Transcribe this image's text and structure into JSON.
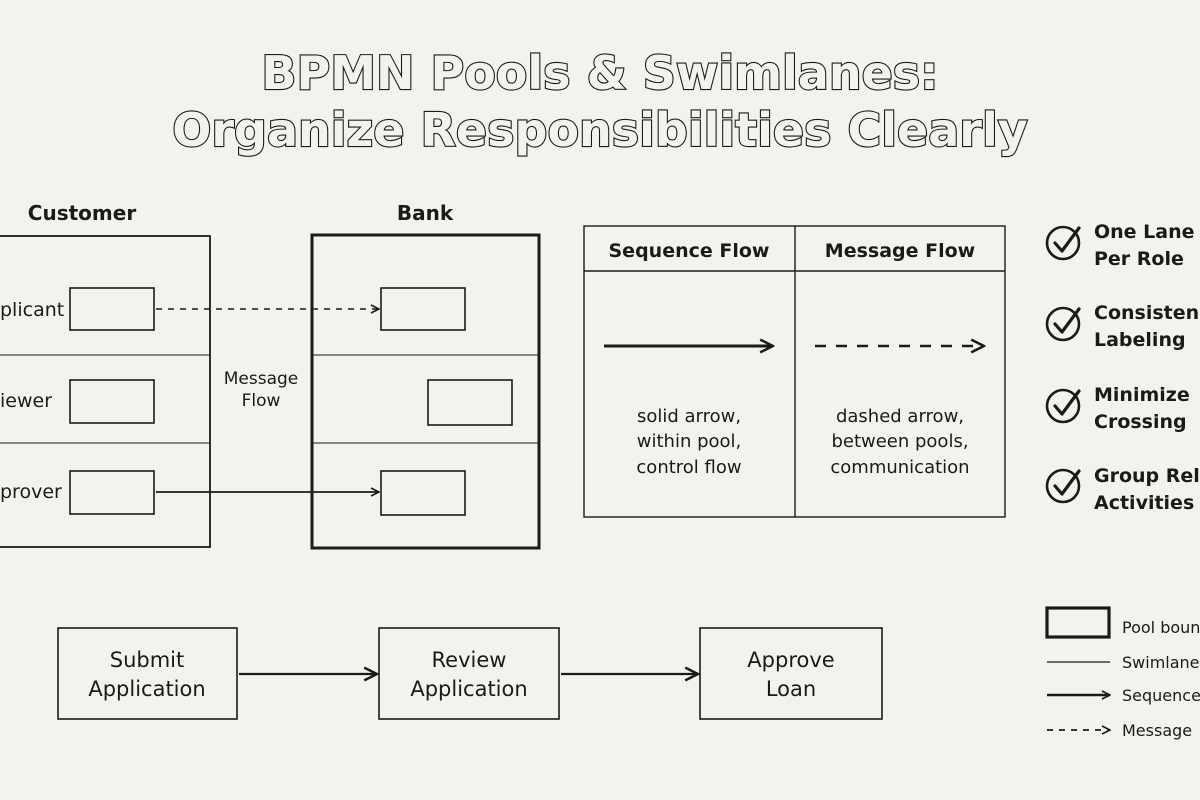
{
  "title": {
    "line1": "BPMN Pools & Swimlanes:",
    "line2": "Organize Responsibilities Clearly"
  },
  "pools": {
    "customer_label": "Customer",
    "bank_label": "Bank",
    "lanes": [
      "plicant",
      "iewer",
      "prover"
    ],
    "message_flow_label": [
      "Message",
      "Flow"
    ]
  },
  "comparison": {
    "sequence_header": "Sequence Flow",
    "message_header": "Message Flow",
    "sequence_desc": [
      "solid arrow,",
      "within pool,",
      "control flow"
    ],
    "message_desc": [
      "dashed arrow,",
      "between pools,",
      "communication"
    ]
  },
  "tips": [
    {
      "lines": [
        "One Lane",
        "Per Role"
      ],
      "icon": "check-circle-icon"
    },
    {
      "lines": [
        "Consisten",
        "Labeling"
      ],
      "icon": "check-circle-icon"
    },
    {
      "lines": [
        "Minimize",
        "Crossing"
      ],
      "icon": "check-circle-icon"
    },
    {
      "lines": [
        "Group Rel",
        "Activities"
      ],
      "icon": "check-circle-icon"
    }
  ],
  "process": [
    {
      "lines": [
        "Submit",
        "Application"
      ]
    },
    {
      "lines": [
        "Review",
        "Application"
      ]
    },
    {
      "lines": [
        "Approve",
        "Loan"
      ]
    }
  ],
  "legend": [
    {
      "label": "Pool boun",
      "icon": "pool-boundary-icon"
    },
    {
      "label": "Swimlane",
      "icon": "swimlane-line-icon"
    },
    {
      "label": "Sequence",
      "icon": "sequence-arrow-icon"
    },
    {
      "label": "Message",
      "icon": "message-arrow-icon"
    }
  ],
  "colors": {
    "background": "#f4f2ec",
    "ink": "#1a1a1a"
  }
}
